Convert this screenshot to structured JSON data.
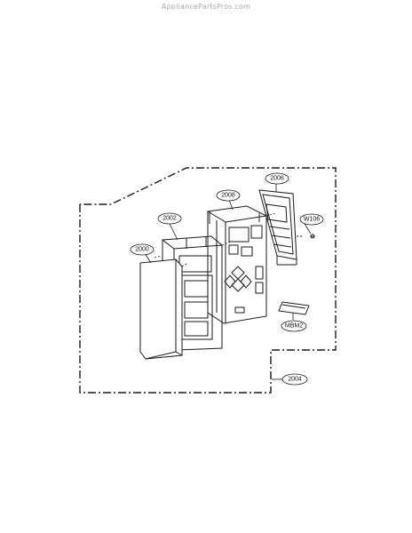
{
  "watermark": "AppliancePartsPros.com",
  "callouts": {
    "door_panel": "2000",
    "door_frame": "2002",
    "assembly_boundary": "2004",
    "control_board": "2006",
    "control_frame": "2008",
    "screw": "W106",
    "membrane": "MBM2"
  }
}
